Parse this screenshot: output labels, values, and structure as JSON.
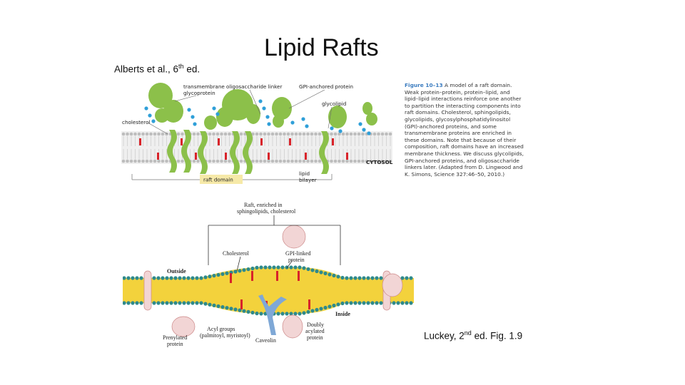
{
  "title": "Lipid Rafts",
  "credit_top": {
    "text": "Alberts et al., 6",
    "sup": "th",
    "tail": " ed."
  },
  "credit_bottom": {
    "text": "Luckey, 2",
    "sup": "nd",
    "tail": " ed. Fig. 1.9"
  },
  "top_figure": {
    "labels": {
      "transmembrane": "transmembrane",
      "glycoprotein": "glycoprotein",
      "oligosaccharide": "oligosaccharide linker",
      "gpi": "GPI-anchored protein",
      "glycolipid": "glycolipid",
      "cholesterol": "cholesterol",
      "cytosol": "CYTOSOL",
      "raft_domain": "raft domain",
      "lipid": "lipid",
      "bilayer": "bilayer"
    },
    "caption_figure": "Figure 10–13",
    "caption_text": "A model of a raft domain. Weak protein–protein, protein–lipid, and lipid–lipid interactions reinforce one another to partition the interacting components into raft domains. Cholesterol, sphingolipids, glycolipids, glycosylphosphatidylinositol (GPI)-anchored proteins, and some transmembrane proteins are enriched in these domains. Note that because of their composition, raft domains have an increased membrane thickness. We discuss glycolipids, GPI-anchored proteins, and oligosaccharide linkers later. (Adapted from D. Lingwood and K. Simons, Science 327:46–50, 2010.)"
  },
  "bottom_figure": {
    "labels": {
      "raft1": "Raft, enriched in",
      "raft2": "sphingolipids, cholesterol",
      "cholesterol": "Cholesterol",
      "gpi1": "GPI-linked",
      "gpi2": "protein",
      "outside": "Outside",
      "inside": "Inside",
      "acyl1": "Acyl groups",
      "acyl2": "(palmitoyl, myristoyl)",
      "caveolin": "Caveolin",
      "prenylated1": "Prenylated",
      "prenylated2": "protein",
      "doubly1": "Doubly",
      "doubly2": "acylated",
      "doubly3": "protein"
    }
  },
  "colors": {
    "protein_green": "#8cc04a",
    "sugar_blue": "#2f9fd8",
    "cholesterol_red": "#d8232a",
    "lipid_yellow": "#f3d23c",
    "head_teal": "#2e8a8c",
    "raft_label_bg": "#f6e9a8",
    "caption_blue": "#3a7bbf"
  }
}
